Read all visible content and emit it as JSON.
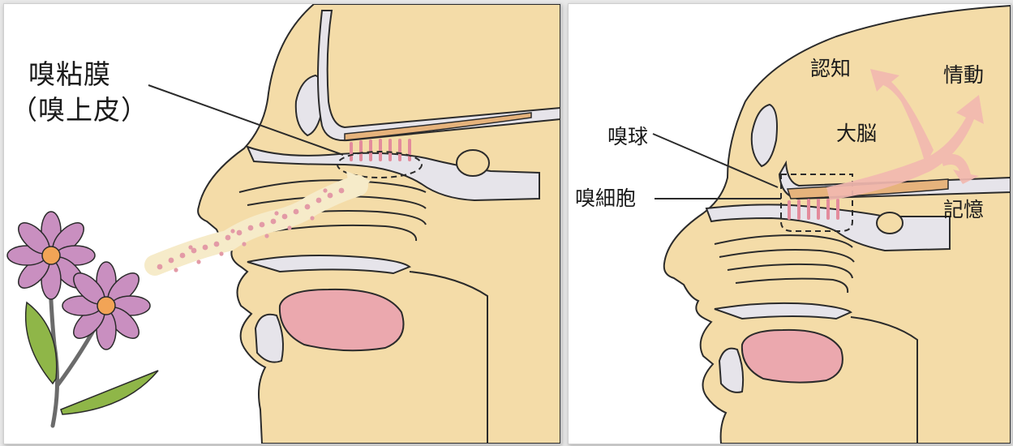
{
  "left_panel": {
    "labels": {
      "olfactory_mucosa": "嗅粘膜",
      "olfactory_epithelium": "（嗅上皮）"
    }
  },
  "right_panel": {
    "labels": {
      "cognition": "認知",
      "emotion": "情動",
      "cerebrum": "大脳",
      "olfactory_bulb": "嗅球",
      "olfactory_cell": "嗅細胞",
      "memory": "記憶"
    }
  },
  "colors": {
    "skin": "#f4dca8",
    "outline": "#2b2b2b",
    "bone": "#e6e4ea",
    "tongue": "#eba8ae",
    "receptor": "#e38b9c",
    "signal_arrow": "#f2b9b0",
    "scent_dots": "#e39aa6",
    "scent_trail": "#f6ebc9",
    "petal": "#c98fc0",
    "flower_center": "#f2a456",
    "leaf": "#8fb648",
    "stem": "#6b6b6b"
  }
}
